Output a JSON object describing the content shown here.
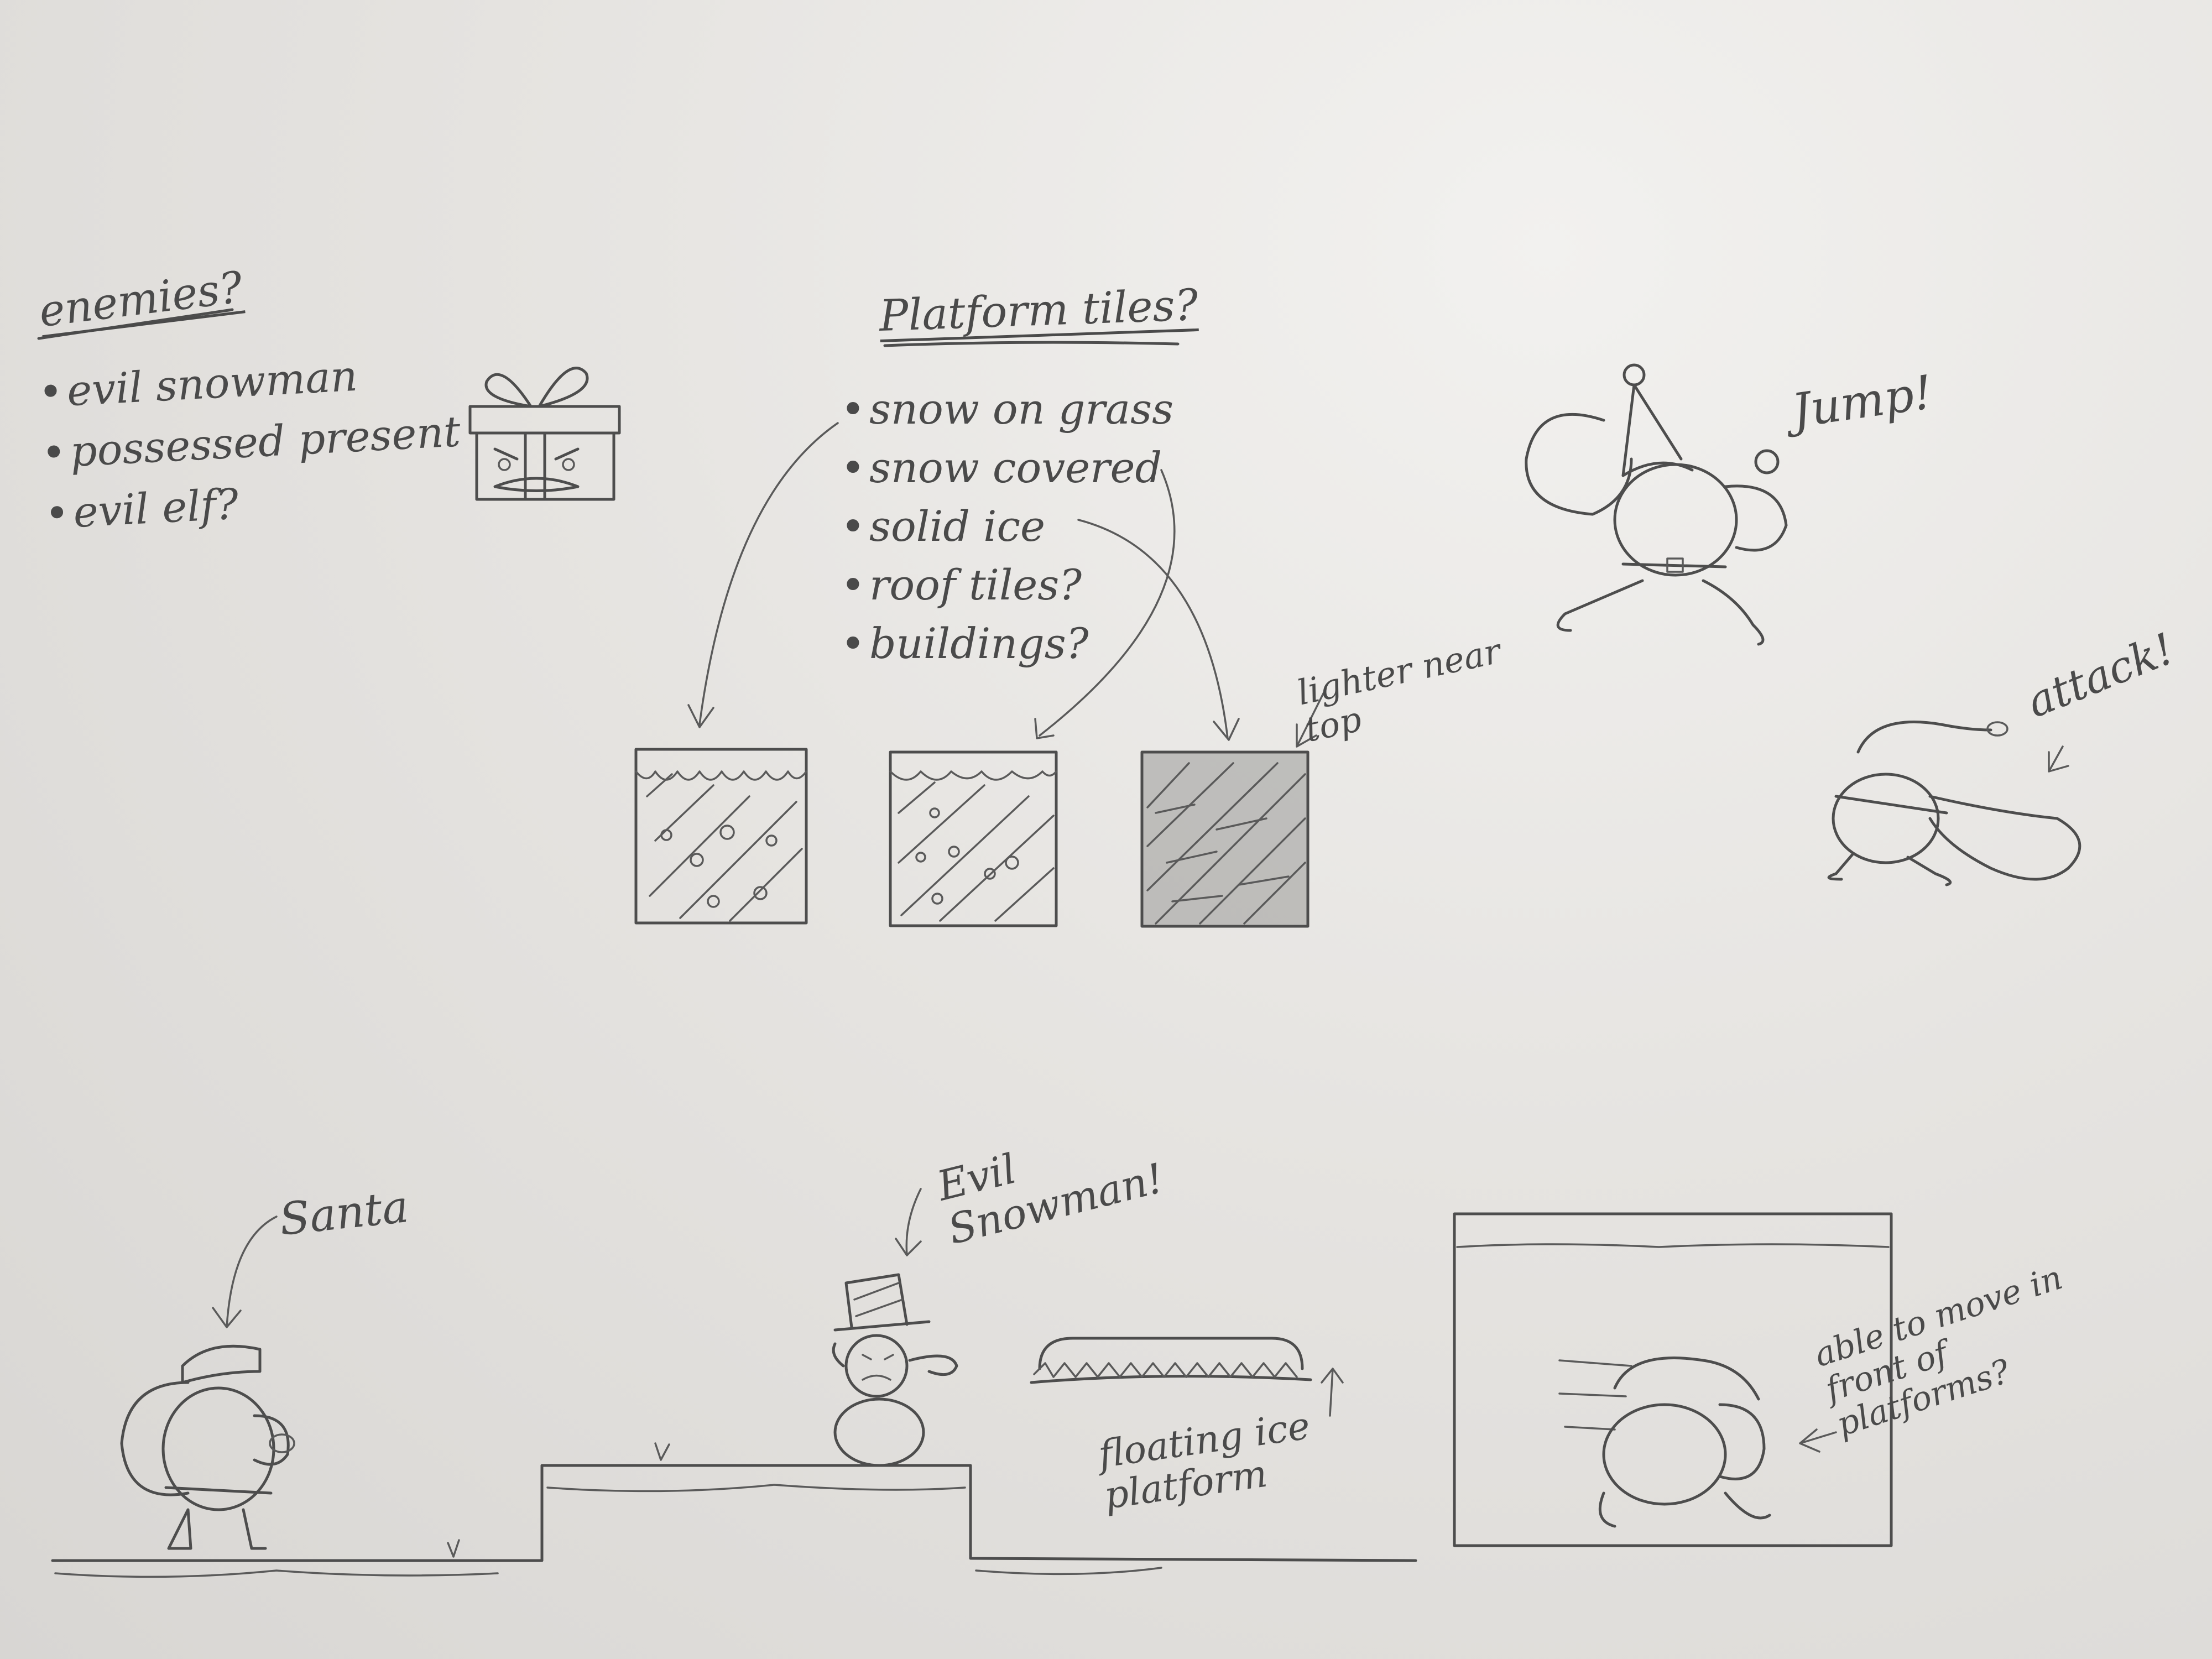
{
  "enemies": {
    "heading": "enemies?",
    "items": [
      "evil snowman",
      "possessed present",
      "evil elf?"
    ]
  },
  "platform_tiles": {
    "heading": "Platform tiles?",
    "items": [
      "snow on grass",
      "snow covered",
      "solid ice",
      "roof tiles?",
      "buildings?"
    ],
    "tile_note": "lighter near top"
  },
  "actions": {
    "jump": "Jump!",
    "attack": "attack!"
  },
  "scene": {
    "santa_label": "Santa",
    "snowman_label": "Evil Snowman!",
    "floating_platform_label": "floating ice platform",
    "front_note": "able to move in front of platforms?"
  }
}
